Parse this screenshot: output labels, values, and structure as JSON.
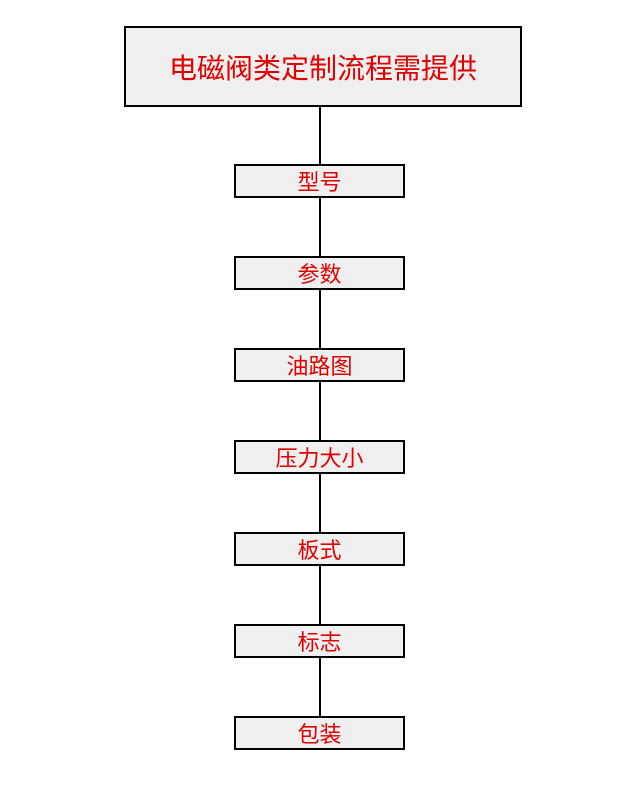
{
  "title": "电磁阀类定制流程需提供",
  "steps": [
    {
      "label": "型号"
    },
    {
      "label": "参数"
    },
    {
      "label": "油路图"
    },
    {
      "label": "压力大小"
    },
    {
      "label": "板式"
    },
    {
      "label": "标志"
    },
    {
      "label": "包装"
    }
  ],
  "colors": {
    "text": "#e00000",
    "box_fill": "#efefef",
    "border": "#000000"
  }
}
